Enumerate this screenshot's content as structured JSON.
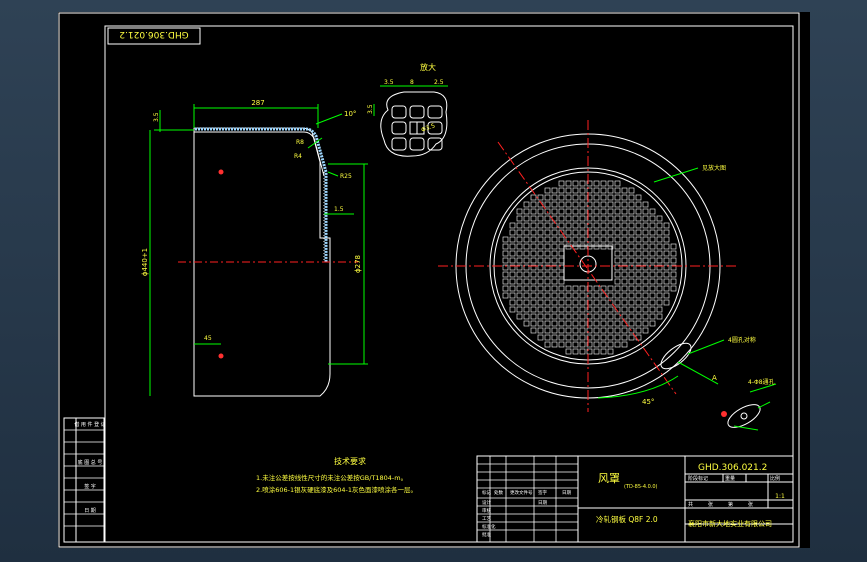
{
  "drawing_number_rotated": "GHD.306.021.2",
  "section_label": "放大",
  "lid": {
    "dims": {
      "top_width": "287",
      "angle": "10°",
      "thickness": "1.5",
      "r_outer": "R8",
      "r_inner": "R4",
      "r_right": "R25",
      "inner_dia": "ϕ440+1",
      "height": "ϕ278",
      "left_offset": "3.5",
      "slot_offset": "1.5",
      "hole_pos": "45"
    }
  },
  "detail": {
    "dims_top": [
      "3.5",
      "8",
      "2.5"
    ],
    "dim_left": "3.5",
    "center_mark": "Φ3.5"
  },
  "round_view": {
    "callout_top": "见放大图",
    "callout_hole": "4圆孔对称",
    "callout_small": "4-Φ8通孔",
    "angle": "45°",
    "section_mark": "A"
  },
  "tech_req": {
    "title": "技术要求",
    "lines": [
      "1.未注公差按线性尺寸的未注公差按GB/T1804-m。",
      "2.喷涂606-1银灰硬底漆及604-1灰色面漆喷涂各一层。"
    ]
  },
  "side_table": {
    "rows": [
      "借 用 件 登 记",
      "",
      "底 图 总 号",
      "",
      "签 字",
      "",
      "日 期"
    ]
  },
  "title_block": {
    "part_name": "风罩",
    "part_sub": "(TD-85-4.0.0)",
    "drawing_no": "GHD.306.021.2",
    "material": "冷轧钢板 Q8F 2.0",
    "scale": "1:1",
    "company": "襄阳市新大地实业有限公司",
    "header_cells": [
      "阶段标记",
      "重量",
      "比例"
    ],
    "rev_headers": [
      "标记",
      "处数",
      "更改文件号",
      "签字",
      "日期"
    ],
    "sign_labels": [
      "设计",
      "审核",
      "工艺",
      "标准化",
      "批准",
      "日期"
    ],
    "sheet_labels": [
      "共",
      "张",
      "第",
      "张"
    ]
  },
  "colors": {
    "outline": "#ffffff",
    "dimension": "#00ff00",
    "text": "#ffff40",
    "centerline": "#ff2020",
    "background": "#000000",
    "chrome": "#2a3c50"
  }
}
